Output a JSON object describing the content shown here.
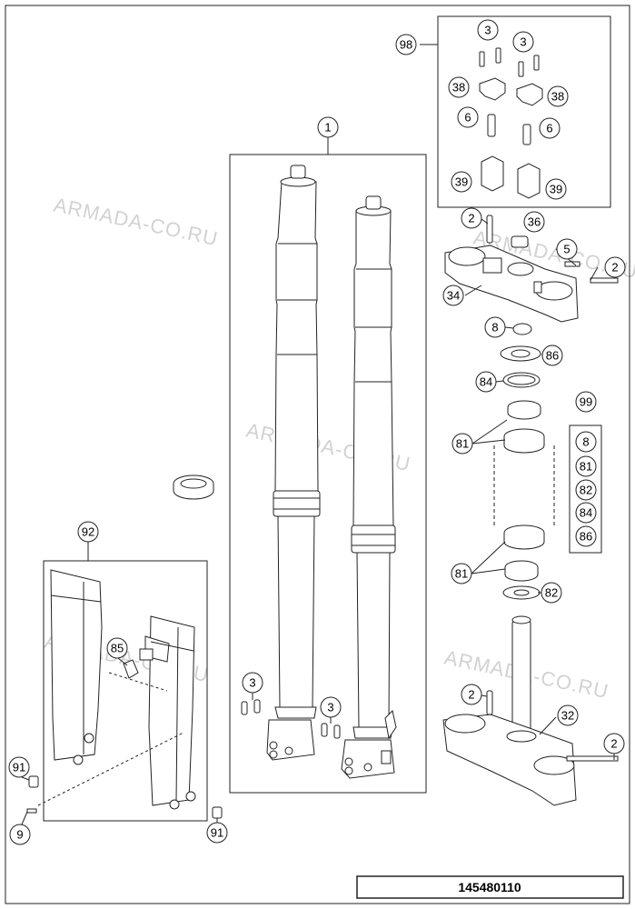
{
  "watermark": "ARMADA-CO.RU",
  "part_number": "145480110",
  "callouts": {
    "c98": "98",
    "c3a": "3",
    "c3b": "3",
    "c38a": "38",
    "c38b": "38",
    "c6a": "6",
    "c6b": "6",
    "c39a": "39",
    "c39b": "39",
    "c1": "1",
    "c2a": "2",
    "c36": "36",
    "c5": "5",
    "c2b": "2",
    "c34": "34",
    "c8": "8",
    "c86": "86",
    "c84": "84",
    "c99": "99",
    "c81a": "81",
    "k8": "8",
    "k81": "81",
    "k82": "82",
    "k84": "84",
    "k86": "86",
    "c81b": "81",
    "c82": "82",
    "c92": "92",
    "c85": "85",
    "c3c": "3",
    "c3d": "3",
    "c2c": "2",
    "c32": "32",
    "c2d": "2",
    "c91a": "91",
    "c9": "9",
    "c91b": "91"
  }
}
